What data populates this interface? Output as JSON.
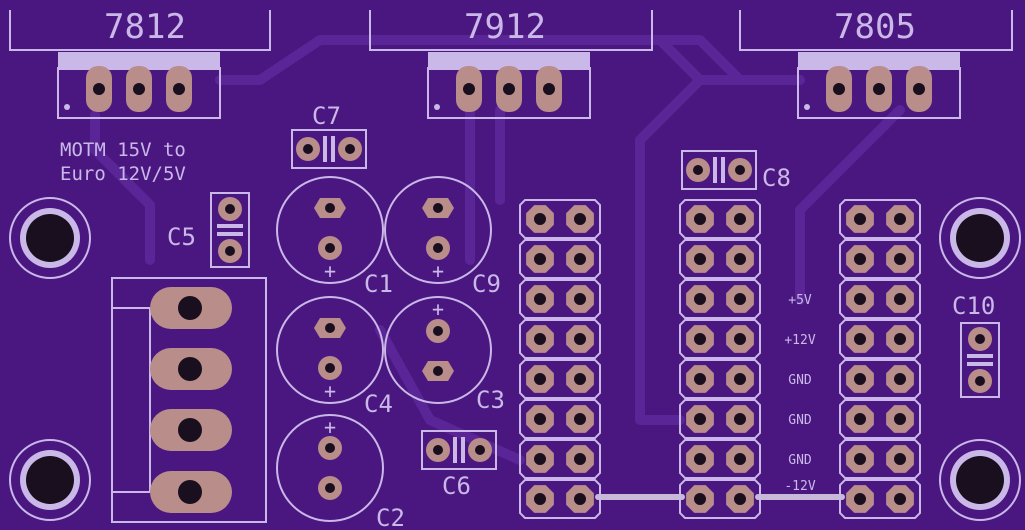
{
  "colors": {
    "board": "#4a1780",
    "trace": "#5a2596",
    "silkscreen": "#c9b8e8",
    "pad": "#b88d8a",
    "hole": "#1a0f1e"
  },
  "regulators": [
    {
      "label": "7812"
    },
    {
      "label": "7912"
    },
    {
      "label": "7805"
    }
  ],
  "title_lines": [
    "MOTM 15V to",
    "Euro 12V/5V"
  ],
  "capacitors": {
    "c1": "C1",
    "c2": "C2",
    "c3": "C3",
    "c4": "C4",
    "c5": "C5",
    "c6": "C6",
    "c7": "C7",
    "c8": "C8",
    "c9": "C9",
    "c10": "C10"
  },
  "polarity_mark": "+",
  "rail_labels": [
    "+5V",
    "+12V",
    "GND",
    "GND",
    "GND",
    "-12V"
  ]
}
